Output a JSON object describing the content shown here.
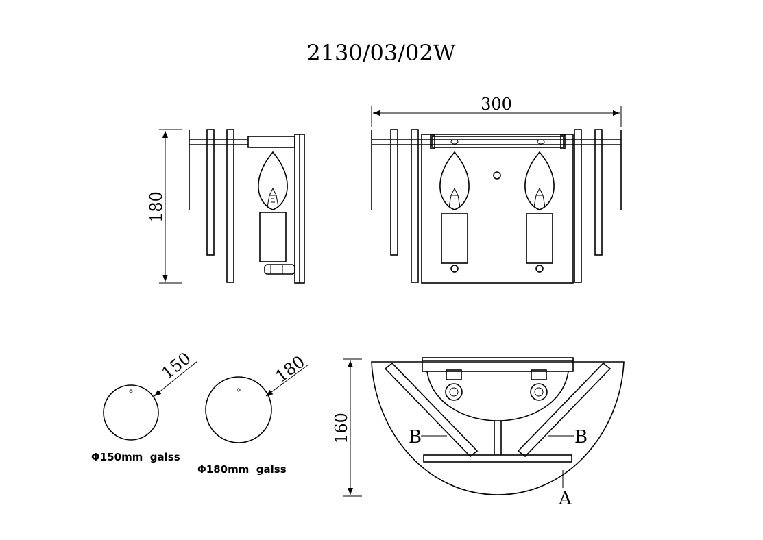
{
  "title": "2130/03/02W",
  "front_view": {
    "width_dim": "300"
  },
  "side_view": {
    "height_dim": "180"
  },
  "top_view": {
    "depth_dim": "160",
    "label_b": "B",
    "label_a": "A"
  },
  "glass_small": {
    "diameter_dim": "150",
    "caption": "Φ150mm  galss"
  },
  "glass_large": {
    "diameter_dim": "180",
    "caption": "Φ180mm  galss"
  }
}
